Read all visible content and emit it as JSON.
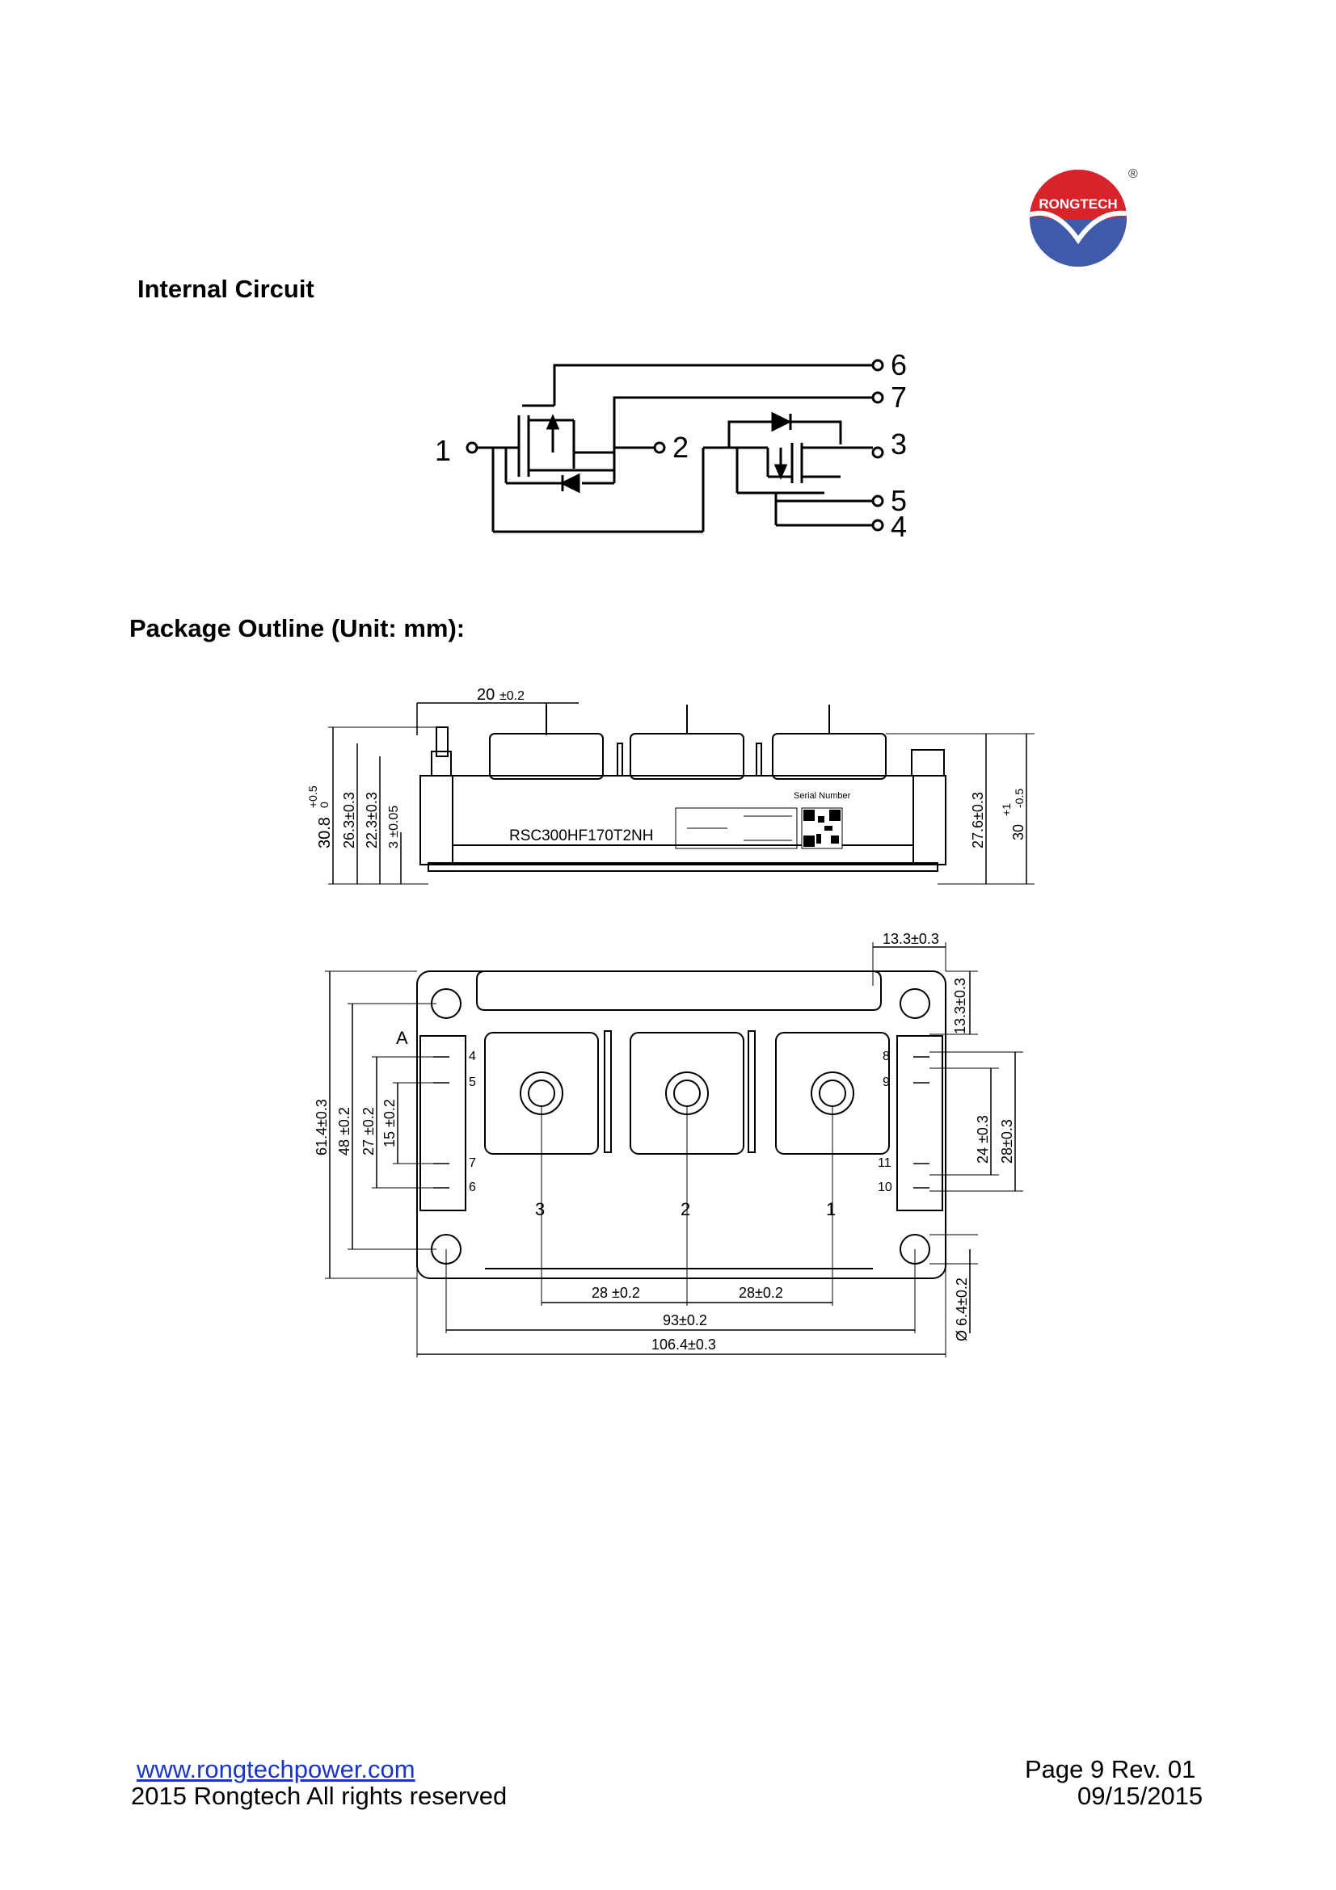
{
  "logo": {
    "text": "RONGTECH",
    "registered": "®"
  },
  "sections": {
    "internal_circuit": "Internal Circuit",
    "package_outline": "Package Outline (Unit: mm):"
  },
  "circuit": {
    "terminals": [
      "1",
      "2",
      "3",
      "4",
      "5",
      "6",
      "7"
    ]
  },
  "side_view": {
    "part_number": "RSC300HF170T2NH",
    "serial_label": "Serial Number",
    "dims": {
      "width_20": "20",
      "width_20_tol": "±0.2",
      "height_30_8": "30.8",
      "height_30_8_tol_top": "+0.5",
      "height_30_8_tol_bot": "0",
      "h_26_3": "26.3±0.3",
      "h_22_3": "22.3±0.3",
      "h_3": "3 ±0.05",
      "h_27_6": "27.6±0.3",
      "h_30": "30",
      "h_30_tol_top": "+1",
      "h_30_tol_bot": "-0.5"
    }
  },
  "top_view": {
    "label_a": "A",
    "terminal_marks": [
      "3",
      "2",
      "1"
    ],
    "pin_numbers_left": [
      "4",
      "5",
      "7",
      "6"
    ],
    "pin_numbers_right": [
      "8",
      "9",
      "11",
      "10"
    ],
    "dims": {
      "d_13_3_top": "13.3±0.3",
      "d_13_3_side": "13.3±0.3",
      "d_61_4": "61.4±0.3",
      "d_48": "48 ±0.2",
      "d_27": "27 ±0.2",
      "d_15": "15 ±0.2",
      "d_24": "24 ±0.3",
      "d_28v": "28±0.3",
      "d_hole": "Ø 6.4±0.2",
      "d_28a": "28 ±0.2",
      "d_28b": "28±0.2",
      "d_93": "93±0.2",
      "d_106_4": "106.4±0.3"
    }
  },
  "footer": {
    "website": "www.rongtechpower.com",
    "copyright": "2015 Rongtech All rights reserved",
    "page": "Page 9  Rev. 01",
    "date": "09/15/2015"
  }
}
